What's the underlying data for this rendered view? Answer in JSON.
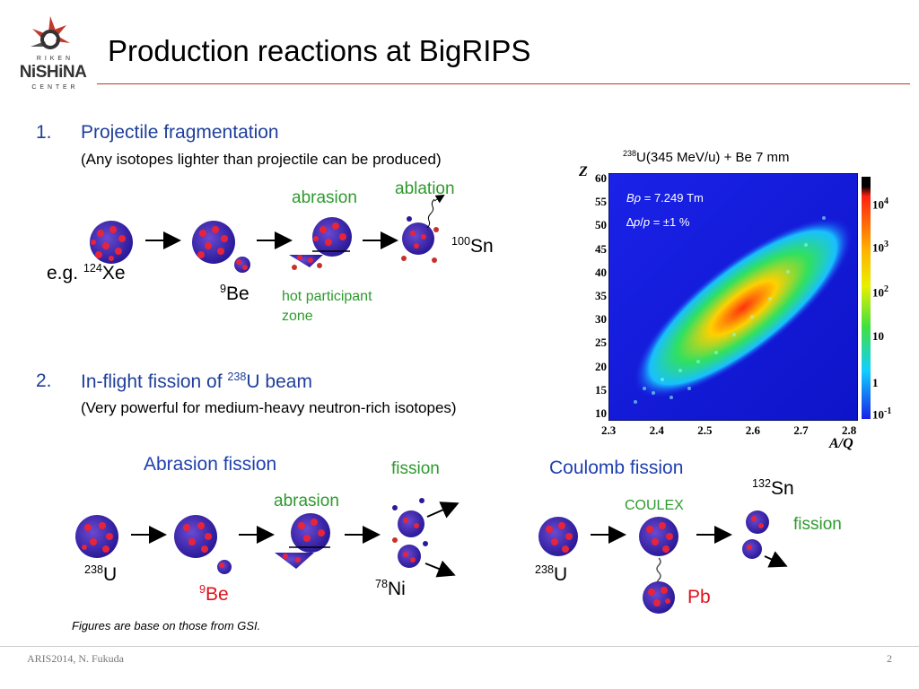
{
  "slide": {
    "title": "Production reactions at BigRIPS",
    "logo_text": [
      "R I K E N",
      "NiSHiNA",
      "C E N T E R"
    ]
  },
  "section1": {
    "num": "1.",
    "heading": "Projectile fragmentation",
    "sub": "(Any isotopes lighter than projectile can be produced)",
    "abrasion": "abrasion",
    "ablation": "ablation",
    "eg": "e.g.",
    "xe_mass": "124",
    "xe_sym": "Xe",
    "be_mass": "9",
    "be_sym": "Be",
    "sn_mass": "100",
    "sn_sym": "Sn",
    "hot_zone": "hot participant",
    "hot_zone2": "zone"
  },
  "section2": {
    "num": "2.",
    "heading_pre": "In-flight fission of ",
    "u_mass": "238",
    "heading_post": "U beam",
    "sub": "(Very powerful for medium-heavy neutron-rich isotopes)"
  },
  "abrasion_fission": {
    "title": "Abrasion fission",
    "fission": "fission",
    "abrasion": "abrasion",
    "u_mass": "238",
    "u_sym": "U",
    "be_mass": "9",
    "be_sym": "Be",
    "ni_mass": "78",
    "ni_sym": "Ni"
  },
  "coulomb_fission": {
    "title": "Coulomb fission",
    "coulex": "COULEX",
    "fission": "fission",
    "sn_mass": "132",
    "sn_sym": "Sn",
    "u_mass": "238",
    "u_sym": "U",
    "pb": "Pb"
  },
  "plot": {
    "title_mass": "238",
    "title_rest": "U(345 MeV/u) + Be 7 mm",
    "brho": "= 7.249 Tm",
    "dpp": "= ±1 %",
    "y_label": "Z",
    "x_label": "A/Q",
    "y_ticks": [
      "60",
      "55",
      "50",
      "45",
      "40",
      "35",
      "30",
      "25",
      "20",
      "15",
      "10"
    ],
    "x_ticks": [
      "2.3",
      "2.4",
      "2.5",
      "2.6",
      "2.7",
      "2.8"
    ],
    "cb_ticks": [
      "10",
      "10",
      "10",
      "10",
      "1",
      "10"
    ],
    "cb_exps": [
      "4",
      "3",
      "2",
      "",
      "",
      "-1"
    ]
  },
  "footnote": "Figures are base on those from GSI.",
  "footer": {
    "left": "ARIS2014, N. Fukuda",
    "page": "2"
  },
  "colors": {
    "accent_blue": "#1f3f9a",
    "green": "#2e9a2e",
    "red": "#e0101a",
    "title_rule": "#c0392b"
  }
}
